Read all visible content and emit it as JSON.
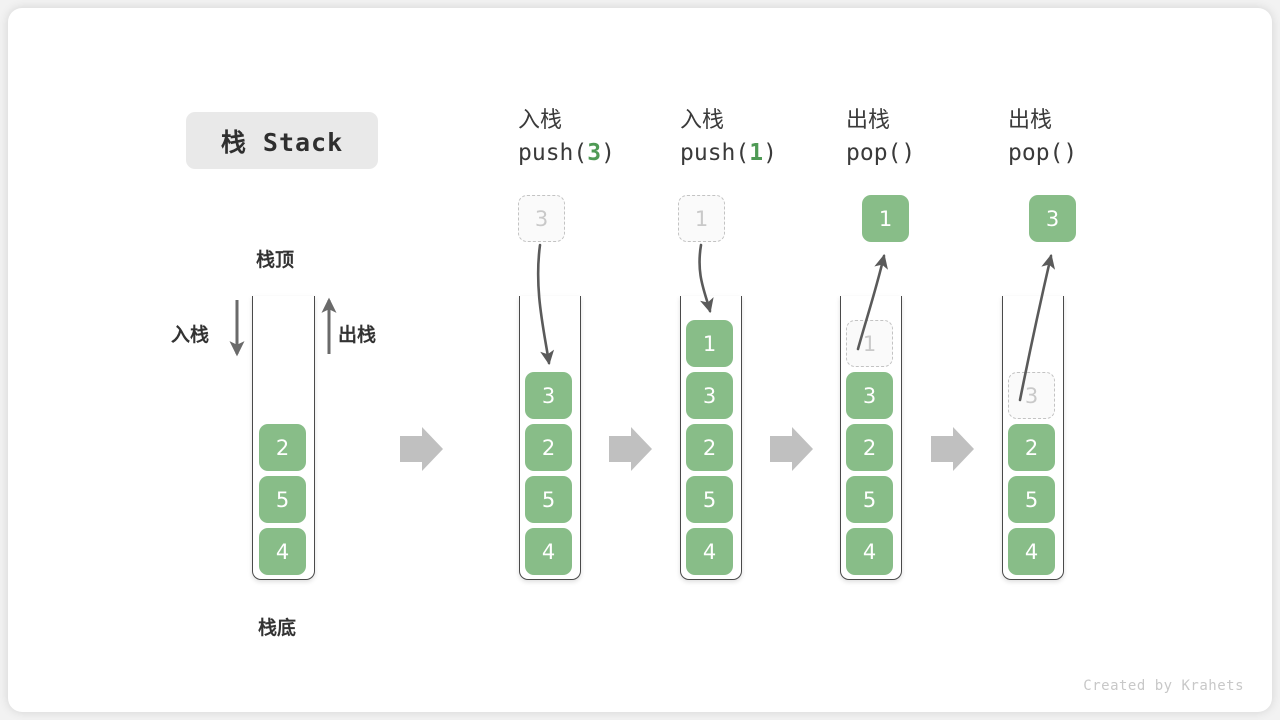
{
  "figure": {
    "title": "栈 Stack",
    "footer": "Created by Krahets",
    "colors": {
      "element_fill": "#88bd88",
      "element_text": "#ffffff",
      "ghost_border": "#c3c3c3",
      "ghost_text": "#c9c9c9",
      "accent_green": "#4f9a55",
      "container_stroke": "#4a4a4a",
      "flow_arrow": "#bdbdbd",
      "motion_arrow": "#5a5a5a",
      "badge_bg": "#e9e9e9"
    }
  },
  "legend": {
    "top_label": "栈顶",
    "bottom_label": "栈底",
    "push_label": "入栈",
    "pop_label": "出栈"
  },
  "columns": [
    {
      "id": "initial",
      "header_op": "",
      "header_fn_prefix": "",
      "header_fn_arg": "",
      "header_fn_suffix": "",
      "cells": [
        {
          "value": "2",
          "state": "filled"
        },
        {
          "value": "5",
          "state": "filled"
        },
        {
          "value": "4",
          "state": "filled"
        }
      ],
      "external": null
    },
    {
      "id": "push-3",
      "header_op": "入栈",
      "header_fn_prefix": "push(",
      "header_fn_arg": "3",
      "header_fn_suffix": ")",
      "cells": [
        {
          "value": "3",
          "state": "filled"
        },
        {
          "value": "2",
          "state": "filled"
        },
        {
          "value": "5",
          "state": "filled"
        },
        {
          "value": "4",
          "state": "filled"
        }
      ],
      "external": {
        "value": "3",
        "state": "ghost",
        "direction": "in"
      }
    },
    {
      "id": "push-1",
      "header_op": "入栈",
      "header_fn_prefix": "push(",
      "header_fn_arg": "1",
      "header_fn_suffix": ")",
      "cells": [
        {
          "value": "1",
          "state": "filled"
        },
        {
          "value": "3",
          "state": "filled"
        },
        {
          "value": "2",
          "state": "filled"
        },
        {
          "value": "5",
          "state": "filled"
        },
        {
          "value": "4",
          "state": "filled"
        }
      ],
      "external": {
        "value": "1",
        "state": "ghost",
        "direction": "in"
      }
    },
    {
      "id": "pop-1",
      "header_op": "出栈",
      "header_fn_prefix": "pop(",
      "header_fn_arg": "",
      "header_fn_suffix": ")",
      "cells": [
        {
          "value": "1",
          "state": "ghost"
        },
        {
          "value": "3",
          "state": "filled"
        },
        {
          "value": "2",
          "state": "filled"
        },
        {
          "value": "5",
          "state": "filled"
        },
        {
          "value": "4",
          "state": "filled"
        }
      ],
      "external": {
        "value": "1",
        "state": "filled",
        "direction": "out"
      }
    },
    {
      "id": "pop-3",
      "header_op": "出栈",
      "header_fn_prefix": "pop(",
      "header_fn_arg": "",
      "header_fn_suffix": ")",
      "cells": [
        {
          "value": "3",
          "state": "ghost"
        },
        {
          "value": "2",
          "state": "filled"
        },
        {
          "value": "5",
          "state": "filled"
        },
        {
          "value": "4",
          "state": "filled"
        }
      ],
      "external": {
        "value": "3",
        "state": "filled",
        "direction": "out"
      }
    }
  ]
}
